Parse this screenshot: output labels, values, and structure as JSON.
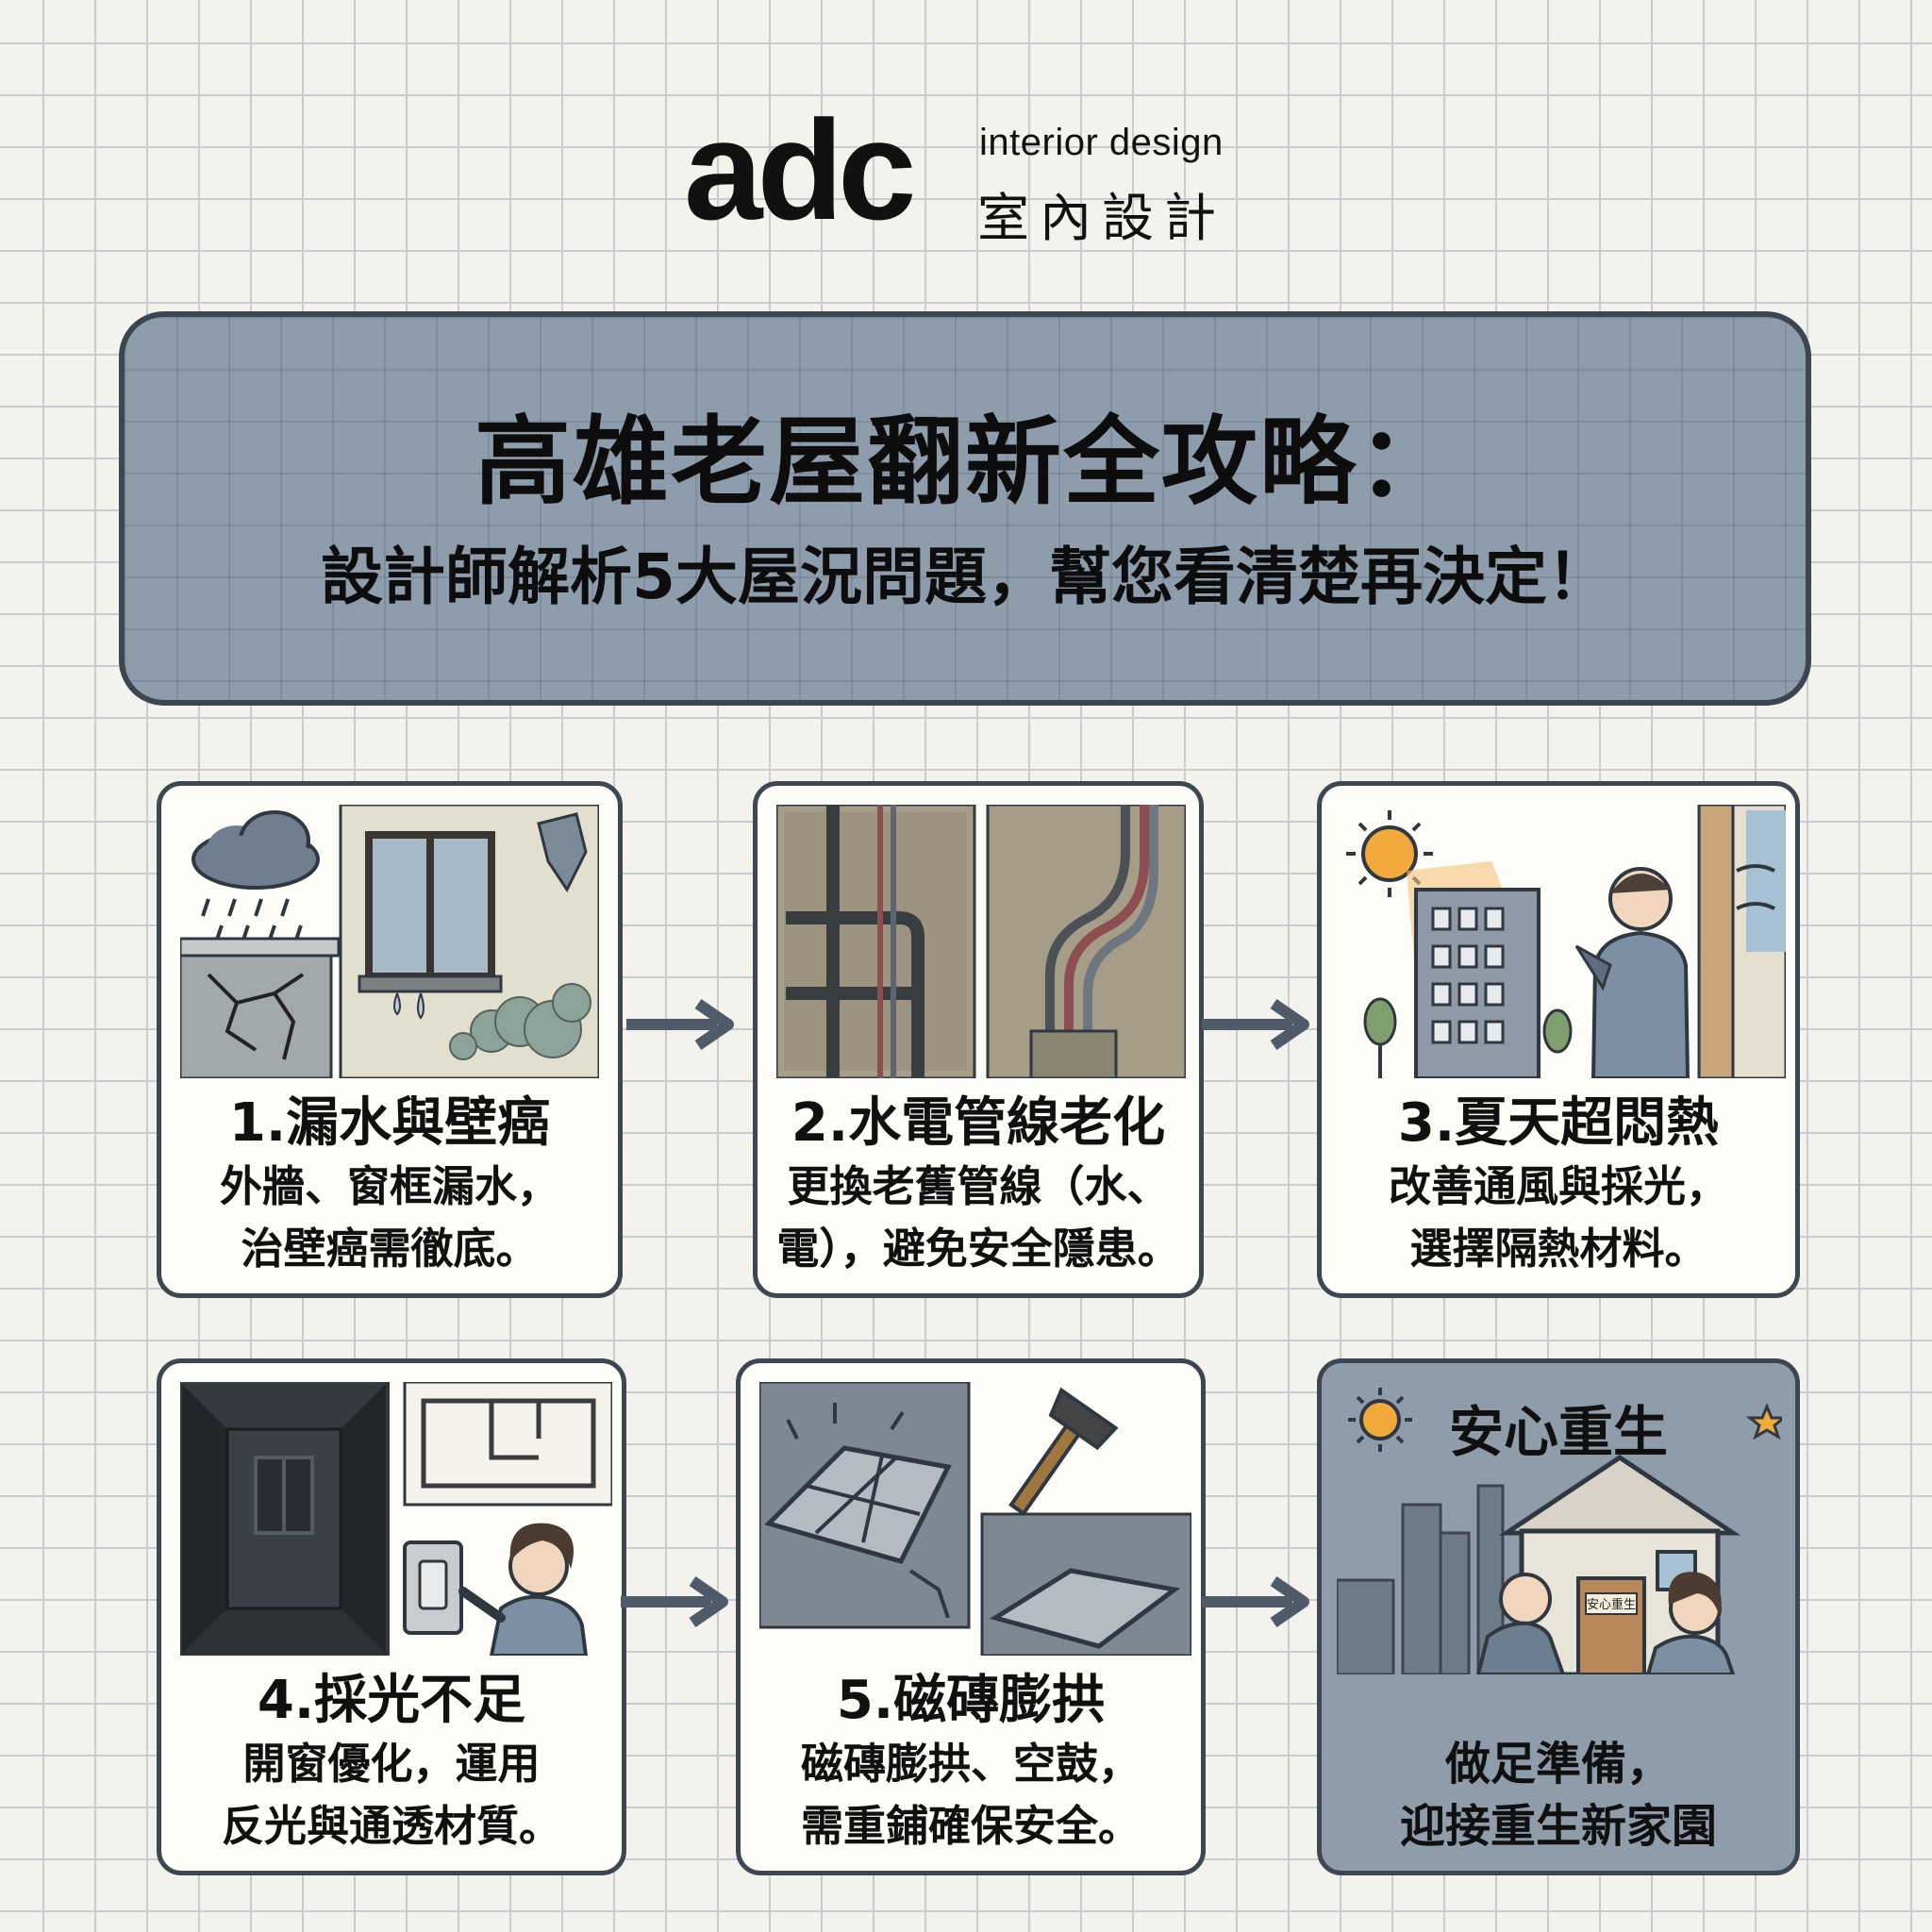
{
  "brand": {
    "logo_text": "adc",
    "name_en": "interior design",
    "name_zh": "室內設計"
  },
  "banner": {
    "title": "高雄老屋翻新全攻略：",
    "subtitle": "設計師解析5大屋況問題，幫您看清楚再決定！"
  },
  "cards": [
    {
      "title": "1.漏水與壁癌",
      "desc_line1": "外牆、窗框漏水，",
      "desc_line2": "治壁癌需徹底。"
    },
    {
      "title": "2.水電管線老化",
      "desc_line1": "更換老舊管線（水、",
      "desc_line2": "電），避免安全隱患。"
    },
    {
      "title": "3.夏天超悶熱",
      "desc_line1": "改善通風與採光，",
      "desc_line2": "選擇隔熱材料。"
    },
    {
      "title": "4.採光不足",
      "desc_line1": "開窗優化，運用",
      "desc_line2": "反光與通透材質。"
    },
    {
      "title": "5.磁磚膨拱",
      "desc_line1": "磁磚膨拱、空鼓，",
      "desc_line2": "需重鋪確保安全。"
    }
  ],
  "final_card": {
    "title": "安心重生",
    "door_sign": "安心重生",
    "desc_line1": "做足準備，",
    "desc_line2": "迎接重生新家園"
  },
  "colors": {
    "background": "#f3f2ec",
    "grid": "#c9ccd1",
    "banner_fill": "#8e9dab",
    "border": "#3d4752",
    "arrow": "#4f5b68",
    "text": "#0d0d0d"
  }
}
